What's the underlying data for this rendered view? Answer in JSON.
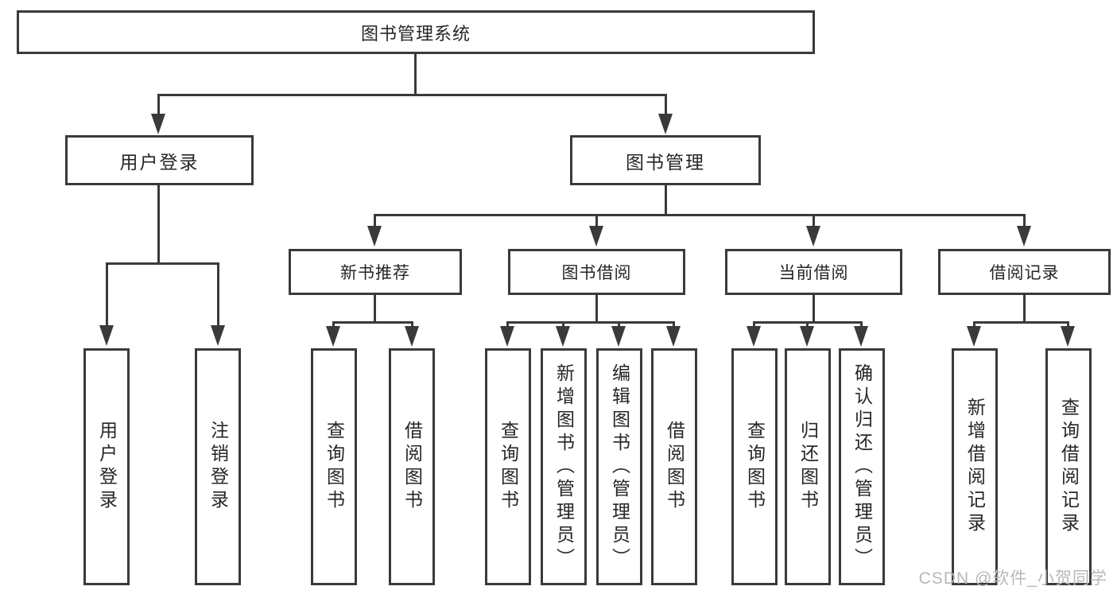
{
  "diagram": {
    "type": "hierarchy-tree",
    "root": "图书管理系统",
    "level2": [
      "用户登录",
      "图书管理"
    ],
    "level3": [
      "新书推荐",
      "图书借阅",
      "当前借阅",
      "借阅记录"
    ],
    "leaves": {
      "user_login": [
        "用户登录",
        "注销登录"
      ],
      "new_book_rec": [
        "查询图书",
        "借阅图书"
      ],
      "book_borrow": [
        "查询图书",
        "新增图书（管理员）",
        "编辑图书（管理员）",
        "借阅图书"
      ],
      "current_borrow": [
        "查询图书",
        "归还图书",
        "确认归还（管理员）"
      ],
      "borrow_record": [
        "新增借阅记录",
        "查询借阅记录"
      ]
    },
    "watermark": "CSDN @软件_小贺同学",
    "colors": {
      "line": "#3a3a3a",
      "text": "#262626",
      "watermark": "#b8b8b8",
      "background": "#ffffff"
    }
  }
}
